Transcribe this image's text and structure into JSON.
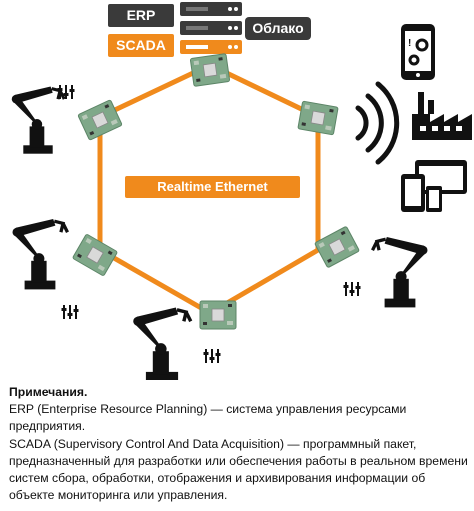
{
  "labels": {
    "erp": "ERP",
    "scada": "SCADA",
    "cloud": "Облако",
    "ring": "Realtime Ethernet"
  },
  "colors": {
    "orange": "#f08a1c",
    "dark": "#3a3a3a",
    "board": "#7fa889",
    "black": "#111111"
  },
  "icons": [
    "server-rack-icon",
    "phone-settings-icon",
    "factory-icon",
    "devices-icon",
    "wireless-signal-icon",
    "robot-arm-icon",
    "io-sliders-icon",
    "pcb-module-icon"
  ],
  "notes": {
    "title": "Примечания.",
    "erp_note": "ERP (Enterprise Resource Planning) — система управления ресурсами предприятия.",
    "scada_note": "SCADA (Supervisory Control And Data Acquisition) — программный пакет, предназначенный для разработки или обеспечения работы в реальном времени систем сбора, обработки, отображения и архивирования информации об объекте мониторинга или управления."
  }
}
